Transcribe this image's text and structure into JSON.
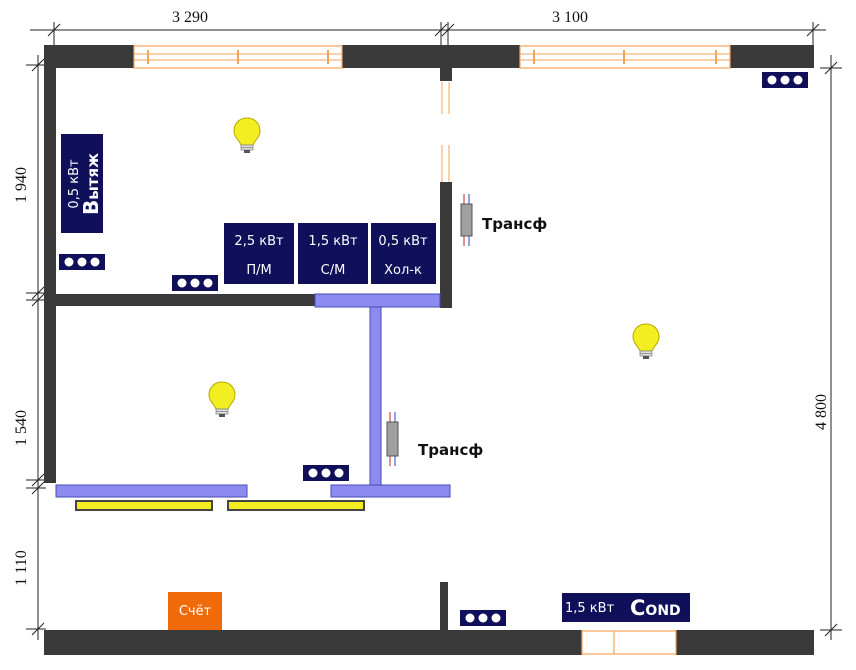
{
  "dimensions": {
    "top_left": "3  290",
    "top_right": "3  100",
    "left_upper": "1  940",
    "left_middle": "1  540",
    "left_lower": "1  110",
    "right_total": "4  800"
  },
  "appliances": {
    "vent": {
      "power": "0,5 кВт",
      "name_cap": "В",
      "name_rest": "ытяж"
    },
    "dishwasher": {
      "power": "2,5 кВт",
      "name": "П/М"
    },
    "washer": {
      "power": "1,5 кВт",
      "name": "С/М"
    },
    "fridge": {
      "power": "0,5 кВт",
      "name": "Хол-к"
    },
    "cond": {
      "power": "1,5 кВт",
      "name_cap": "C",
      "name_rest": "OND"
    }
  },
  "transformers": {
    "upper": "Трансф",
    "lower": "Трансф"
  },
  "meter": {
    "label": "Счёт"
  },
  "colors": {
    "wall": "#3a3a3a",
    "label_bg": "#0f0f5a",
    "pipe": "#8c8cf0",
    "lamp": "#f3ee22",
    "meter_bg": "#f06a0a",
    "window": "#f5a35a"
  }
}
